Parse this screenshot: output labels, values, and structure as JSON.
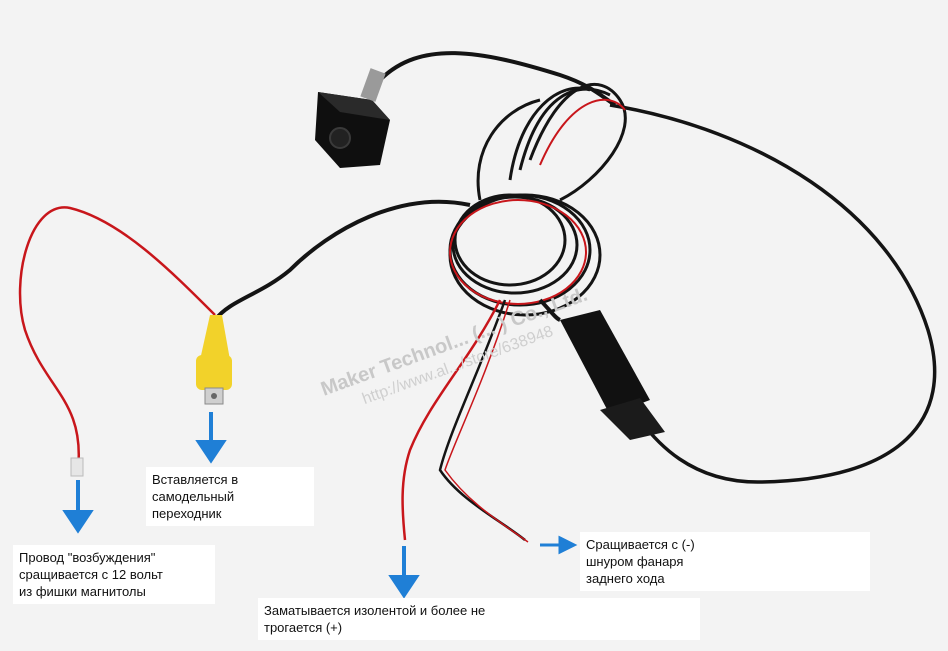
{
  "watermark": {
    "company": "Maker Technol... (... ) Co., Ltd.",
    "url": "http://www.al.../store/638948"
  },
  "callouts": {
    "adapter": [
      "Вставляется в",
      "самодельный",
      "переходник"
    ],
    "excitation_wire": [
      "Провод \"возбуждения\"",
      "сращивается с 12 вольт",
      "из фишки магнитолы"
    ],
    "insulate": [
      "Заматывается изолентой и более не",
      "трогается (+)"
    ],
    "splice_minus": [
      "Сращивается с (-)",
      "шнуром фанаря",
      "заднего хода"
    ]
  },
  "colors": {
    "arrow": "#1f7fd6",
    "cable_black": "#141414",
    "cable_red": "#c8161b",
    "rca_yellow": "#f2d22a"
  }
}
